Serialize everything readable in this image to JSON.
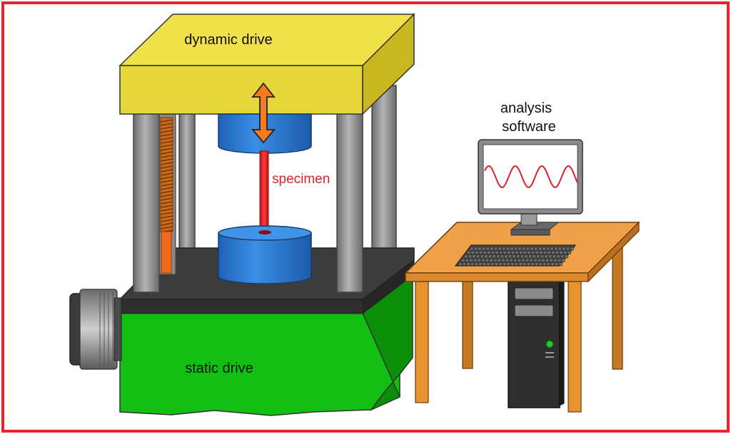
{
  "labels": {
    "dynamic_drive": "dynamic drive",
    "specimen": "specimen",
    "static_drive": "static drive",
    "analysis_line1": "analysis",
    "analysis_line2": "software"
  },
  "colors": {
    "frame_border": "#e8232b",
    "dynamic_drive": "#f0e04a",
    "static_drive": "#12c012",
    "platen": "#2e7fd8",
    "base_plate": "#3a3a3a",
    "column": "#8e8e8e",
    "screw": "#c86a1a",
    "arrow": "#f47b20",
    "specimen": "#e8252e",
    "table": "#f0a046",
    "monitor_wave": "#e0202a",
    "pc_case": "#2e2e2e",
    "pc_led": "#28c828"
  },
  "icons": {
    "motion_arrow": "double-headed-vertical-arrow",
    "signal": "sine-wave"
  }
}
